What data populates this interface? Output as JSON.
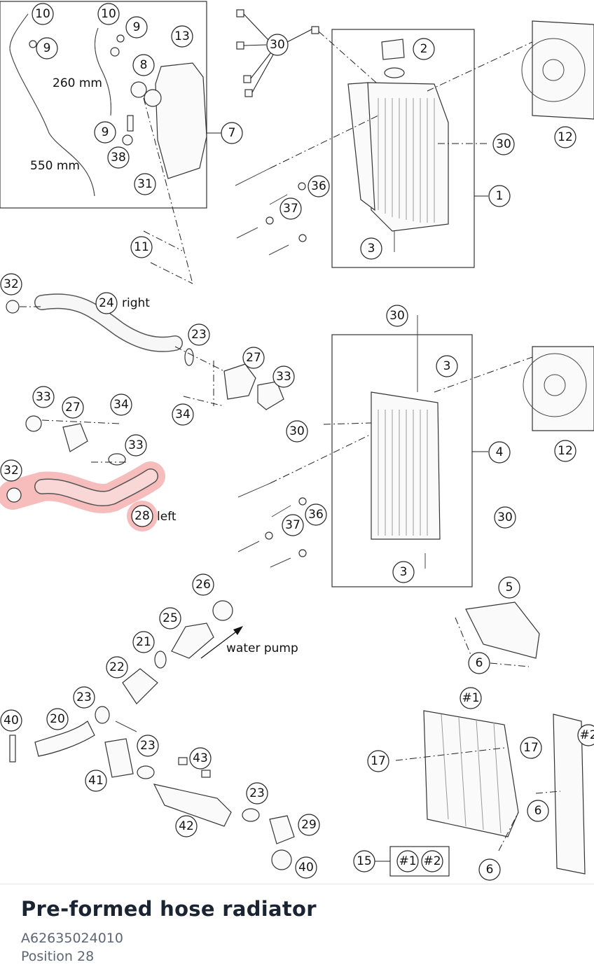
{
  "diagram": {
    "highlight_color": "#f07a7a",
    "labels": {
      "mm260": "260 mm",
      "mm550": "550 mm",
      "right": "right",
      "left": "left",
      "water_pump": "water pump"
    },
    "callouts": [
      "10",
      "9",
      "10",
      "9",
      "13",
      "8",
      "7",
      "9",
      "38",
      "31",
      "30",
      "2",
      "12",
      "30",
      "1",
      "36",
      "37",
      "3",
      "11",
      "32",
      "24",
      "23",
      "27",
      "33",
      "30",
      "3",
      "12",
      "33",
      "27",
      "34",
      "34",
      "33",
      "30",
      "4",
      "32",
      "28",
      "36",
      "37",
      "30",
      "3",
      "26",
      "25",
      "5",
      "21",
      "22",
      "6",
      "#1",
      "23",
      "40",
      "20",
      "23",
      "17",
      "17",
      "43",
      "41",
      "6",
      "23",
      "42",
      "29",
      "15",
      "#1",
      "#2",
      "6",
      "40",
      "#2"
    ]
  },
  "info": {
    "title": "Pre-formed hose radiator",
    "part_number": "A62635024010",
    "position": "Position 28"
  }
}
